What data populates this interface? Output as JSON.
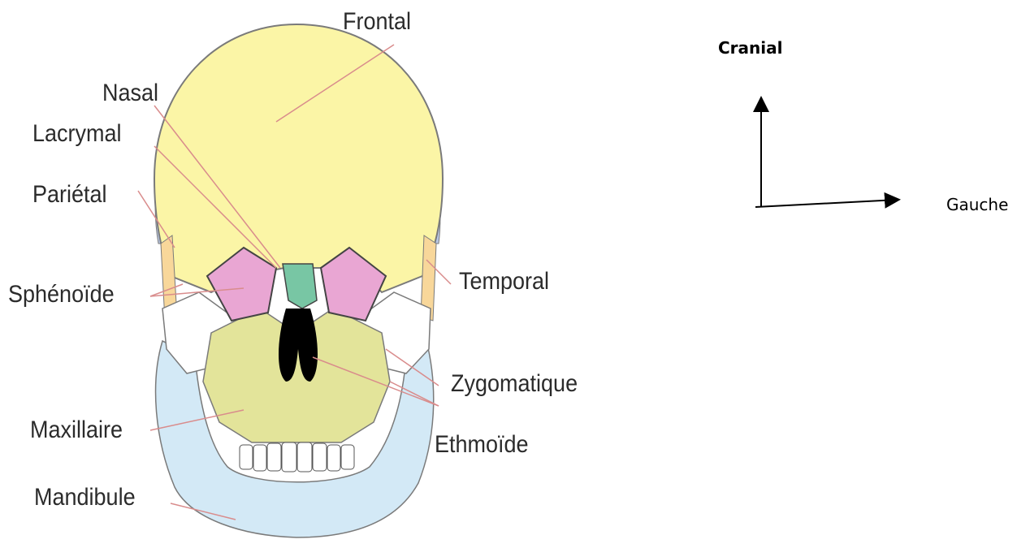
{
  "diagram": {
    "labels": {
      "frontal": "Frontal",
      "nasal": "Nasal",
      "lacrymal": "Lacrymal",
      "parietal": "Pariétal",
      "sphenoide": "Sphénoïde",
      "temporal": "Temporal",
      "zygomatique": "Zygomatique",
      "maxillaire": "Maxillaire",
      "ethmoide": "Ethmoïde",
      "mandibule": "Mandibule"
    },
    "colors": {
      "frontal": "#fbf5a6",
      "parietal": "#b9c8e6",
      "temporal": "#f8d79a",
      "sphenoide": "#e9a6d3",
      "nasal": "#78c6a4",
      "maxillaire": "#e3e49a",
      "mandibule": "#d3e9f6",
      "zygomatique": "#ffffff",
      "leader_line": "#d98c8c"
    }
  },
  "orientation": {
    "up_label": "Cranial",
    "right_label": "Gauche"
  }
}
